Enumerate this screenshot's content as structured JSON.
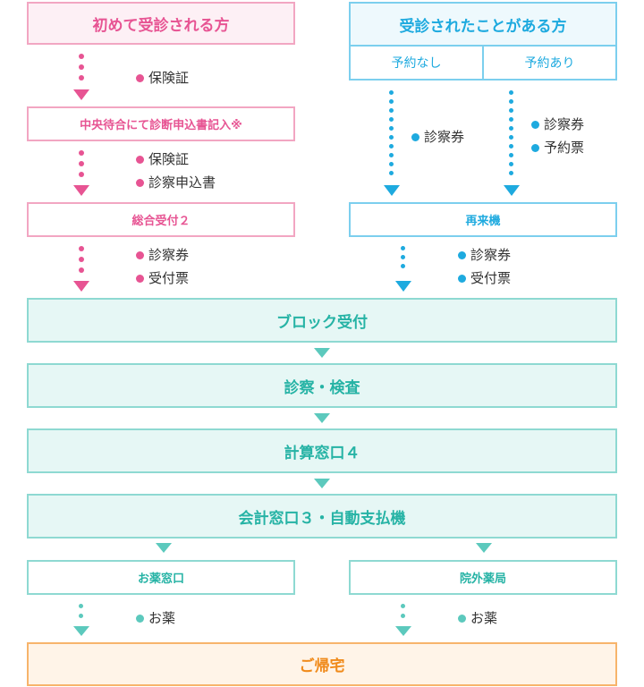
{
  "colors": {
    "pink": "#e75493",
    "blue": "#1eaadf",
    "teal": "#26b3a5",
    "orange": "#f08a1a"
  },
  "first_visit": {
    "header": "初めて受診される方",
    "step1_notes": [
      "保険証"
    ],
    "step2": "中央待合にて診断申込書記入※",
    "step2_notes": [
      "保険証",
      "診察申込書"
    ],
    "step3": "総合受付２",
    "step3_notes": [
      "診察券",
      "受付票"
    ]
  },
  "returning": {
    "header": "受診されたことがある方",
    "tab_no_reservation": "予約なし",
    "tab_reservation": "予約あり",
    "no_res_notes": [
      "診察券"
    ],
    "res_notes": [
      "診察券",
      "予約票"
    ],
    "machine": "再来機",
    "machine_notes": [
      "診察券",
      "受付票"
    ]
  },
  "common": {
    "block": "ブロック受付",
    "exam": "診察・検査",
    "calc": "計算窓口４",
    "pay": "会計窓口３・自動支払機"
  },
  "pharmacy": {
    "in": "お薬窓口",
    "out": "院外薬局",
    "in_note": "お薬",
    "out_note": "お薬"
  },
  "home": "ご帰宅"
}
